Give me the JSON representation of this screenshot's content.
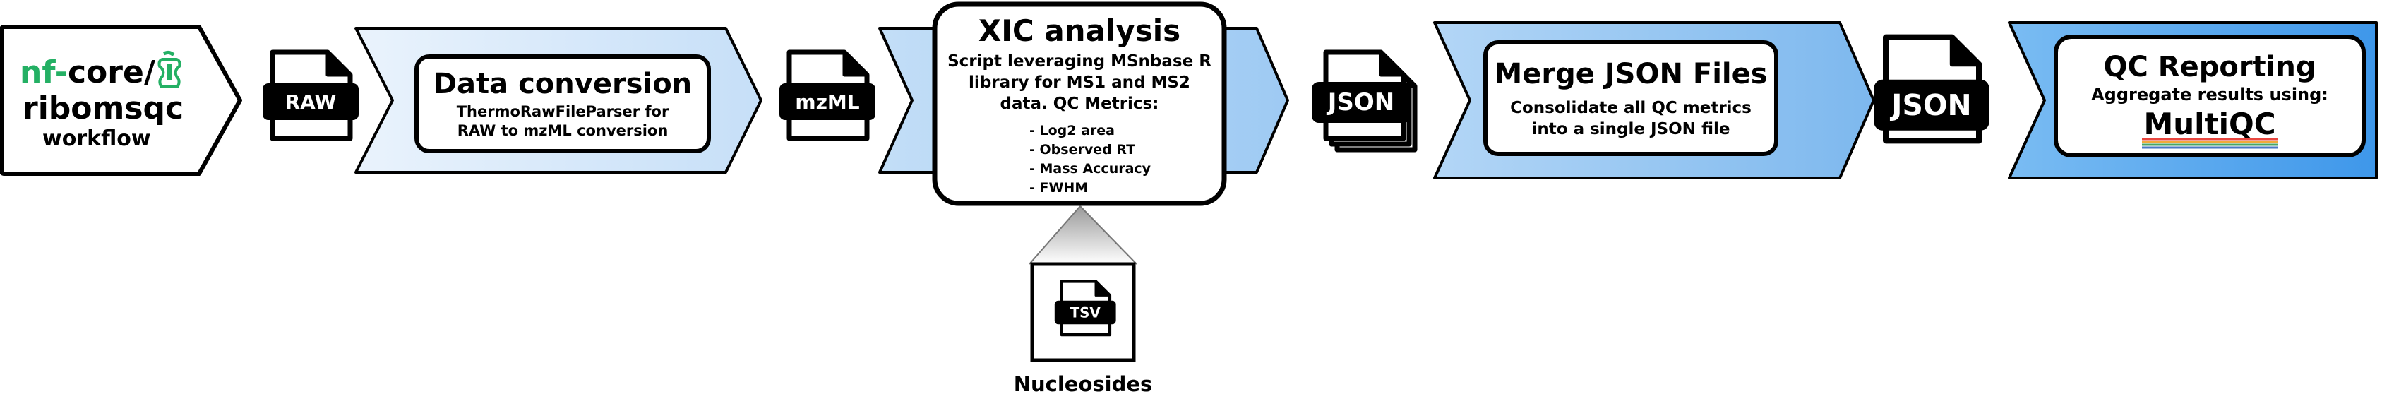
{
  "colors": {
    "accent_green": "#24B064",
    "chevron_light": "#D6E9FB",
    "chevron_mid": "#ACD1F5",
    "chevron_dark": "#4CA3EF",
    "stroke": "#000000",
    "multiqc_line1": "#E8463F",
    "multiqc_line2": "#F2A93B",
    "multiqc_line3": "#4AA564",
    "multiqc_line4": "#4A78C2"
  },
  "workflow": {
    "logo_nf": "nf-",
    "logo_core": "core/",
    "logo_icon": "apple-core-icon",
    "name": "ribomsqc",
    "subtitle": "workflow"
  },
  "files": {
    "raw": "RAW",
    "mzml": "mzML",
    "json1": "JSON",
    "json2": "JSON",
    "tsv": "TSV",
    "tsv_caption": "Nucleosides"
  },
  "steps": {
    "conversion": {
      "title": "Data conversion",
      "line1": "ThermoRawFileParser for",
      "line2": "RAW to mzML conversion"
    },
    "xic": {
      "title": "XIC analysis",
      "line1": "Script leveraging MSnbase R",
      "line2": "library for MS1 and MS2",
      "line3": "data.  QC Metrics:",
      "metrics": [
        "- Log2 area",
        "- Observed RT",
        "- Mass Accuracy",
        "- FWHM"
      ]
    },
    "merge": {
      "title": "Merge JSON Files",
      "line1": "Consolidate all QC metrics",
      "line2": "into a single JSON file"
    },
    "qc": {
      "title": "QC Reporting",
      "line1": "Aggregate results using:",
      "logo_text": "MultiQC"
    }
  }
}
